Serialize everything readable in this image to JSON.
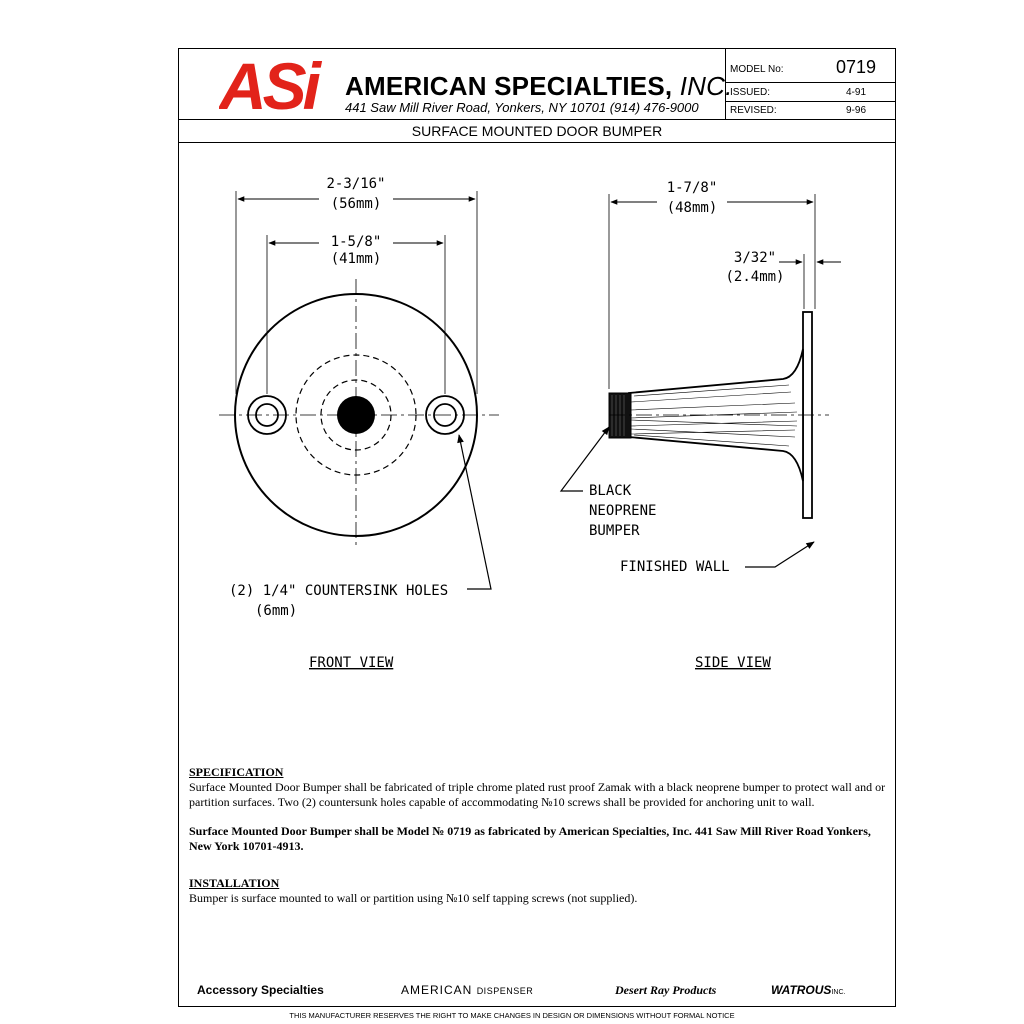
{
  "header": {
    "logo_text": "ASi",
    "company_name": "AMERICAN SPECIALTIES,",
    "company_suffix": "INC.",
    "address": "441 Saw Mill River Road, Yonkers, NY 10701 (914) 476-9000",
    "model_label": "MODEL No:",
    "model_value": "0719",
    "issued_label": "ISSUED:",
    "issued_value": "4-91",
    "revised_label": "REVISED:",
    "revised_value": "9-96",
    "title": "SURFACE MOUNTED DOOR BUMPER"
  },
  "drawing": {
    "front_overall_dim": "2-3/16\"",
    "front_overall_dim_mm": "(56mm)",
    "front_hole_dim": "1-5/8\"",
    "front_hole_dim_mm": "(41mm)",
    "holes_callout": "(2) 1/4\" COUNTERSINK HOLES",
    "holes_callout_mm": "(6mm)",
    "front_view_label": "FRONT VIEW",
    "side_overall_dim": "1-7/8\"",
    "side_overall_dim_mm": "(48mm)",
    "flange_dim": "3/32\"",
    "flange_dim_mm": "(2.4mm)",
    "bumper_label_1": "BLACK",
    "bumper_label_2": "NEOPRENE",
    "bumper_label_3": "BUMPER",
    "wall_label": "FINISHED WALL",
    "side_view_label": "SIDE VIEW"
  },
  "spec": {
    "heading": "SPECIFICATION",
    "body": "Surface Mounted Door Bumper shall be fabricated of triple chrome plated rust proof Zamak with a black neoprene bumper to protect wall and or partition surfaces. Two (2) countersunk holes capable of accommodating №10 screws shall be provided  for anchoring unit to wall.",
    "model_statement": "Surface Mounted Door Bumper shall be Model № 0719 as fabricated by American Specialties, Inc. 441 Saw Mill River Road Yonkers, New York 10701-4913."
  },
  "installation": {
    "heading": "INSTALLATION",
    "body": "Bumper is surface mounted to wall or partition using №10 self  tapping screws (not supplied)."
  },
  "footer": {
    "brand_1": "Accessory Specialties",
    "brand_2": "AMERICAN",
    "brand_2_small": "DISPENSER",
    "brand_3": "Desert Ray Products",
    "brand_4": "WATROUS",
    "brand_4_small": "INC.",
    "disclaimer": "THIS MANUFACTURER RESERVES THE RIGHT TO MAKE CHANGES IN DESIGN OR DIMENSIONS WITHOUT FORMAL NOTICE"
  },
  "colors": {
    "logo_red": "#e2231a",
    "ink": "#000000"
  }
}
